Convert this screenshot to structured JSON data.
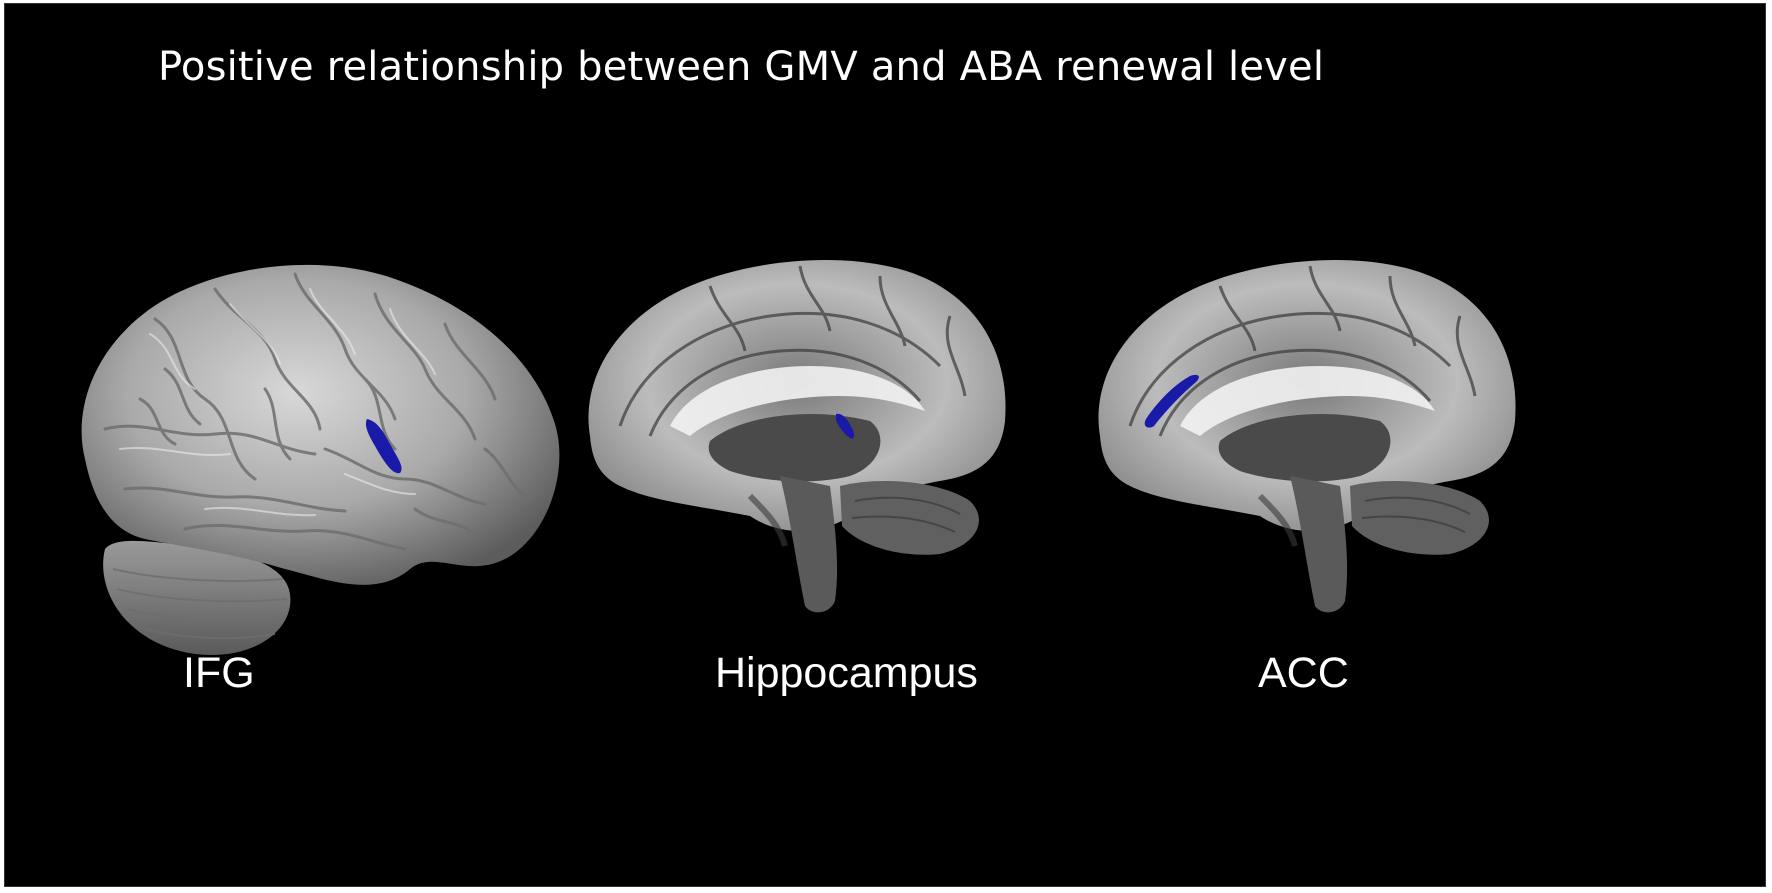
{
  "figure": {
    "title": "Positive relationship between GMV and ABA renewal level",
    "highlight_color": "#1a1aa8",
    "background_color": "#000000",
    "panels": [
      {
        "id": "ifg",
        "label": "IFG",
        "view": "lateral surface rendering",
        "highlighted_region": "IFG"
      },
      {
        "id": "hippocampus",
        "label": "Hippocampus",
        "view": "medial sagittal slice",
        "highlighted_region": "Hippocampus"
      },
      {
        "id": "acc",
        "label": "ACC",
        "view": "medial sagittal slice",
        "highlighted_region": "ACC"
      }
    ]
  }
}
